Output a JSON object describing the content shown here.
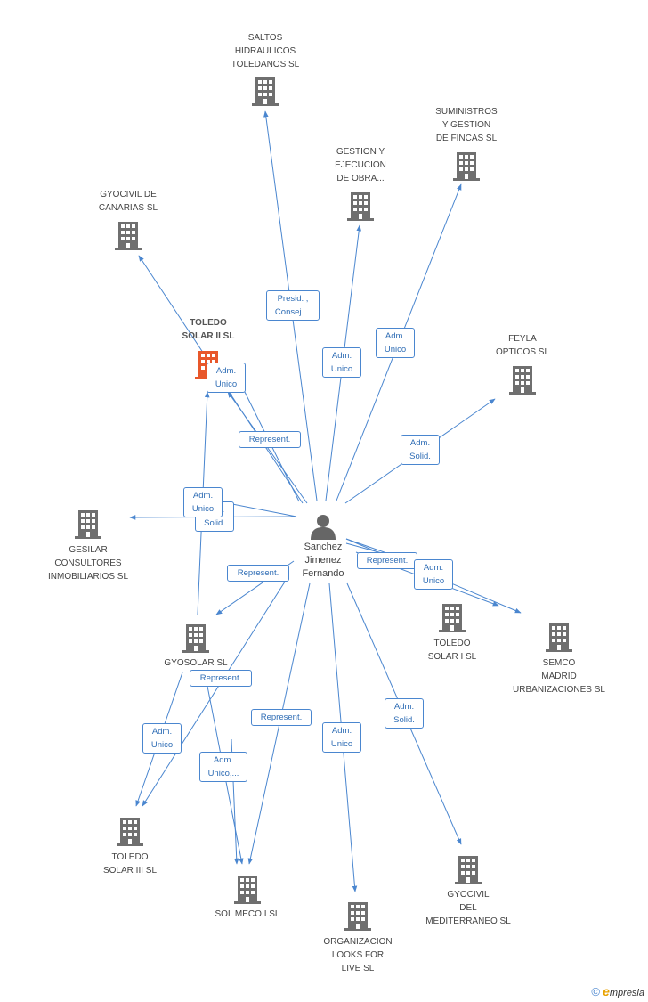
{
  "center": {
    "name": "Sanchez\nJimenez\nFernando",
    "icon": "person-icon"
  },
  "nodes": [
    {
      "id": "saltos",
      "label": "SALTOS\nHIDRAULICOS\nTOLEDANOS SL",
      "icon": "building-icon",
      "highlight": false
    },
    {
      "id": "suministros",
      "label": "SUMINISTROS\nY GESTION\nDE FINCAS SL",
      "icon": "building-icon",
      "highlight": false
    },
    {
      "id": "gestion",
      "label": "GESTION Y\nEJECUCION\nDE OBRA...",
      "icon": "building-icon",
      "highlight": false
    },
    {
      "id": "gyocivil-canarias",
      "label": "GYOCIVIL DE\nCANARIAS SL",
      "icon": "building-icon",
      "highlight": false
    },
    {
      "id": "toledo-solar-ii",
      "label": "TOLEDO\nSOLAR II SL",
      "icon": "building-icon",
      "highlight": true
    },
    {
      "id": "feyla",
      "label": "FEYLA\nOPTICOS SL",
      "icon": "building-icon",
      "highlight": false
    },
    {
      "id": "gesilar",
      "label": "GESILAR\nCONSULTORES\nINMOBILIARIOS SL",
      "icon": "building-icon",
      "highlight": false
    },
    {
      "id": "toledo-solar-i",
      "label": "TOLEDO\nSOLAR I SL",
      "icon": "building-icon",
      "highlight": false
    },
    {
      "id": "semco",
      "label": "SEMCO\nMADRID\nURBANIZACIONES SL",
      "icon": "building-icon",
      "highlight": false
    },
    {
      "id": "gyosolar",
      "label": "GYOSOLAR SL",
      "icon": "building-icon",
      "highlight": false
    },
    {
      "id": "toledo-solar-iii",
      "label": "TOLEDO\nSOLAR III SL",
      "icon": "building-icon",
      "highlight": false
    },
    {
      "id": "sol-meco",
      "label": "SOL MECO I SL",
      "icon": "building-icon",
      "highlight": false
    },
    {
      "id": "organizacion",
      "label": "ORGANIZACION\nLOOKS FOR\nLIVE SL",
      "icon": "building-icon",
      "highlight": false
    },
    {
      "id": "gyocivil-med",
      "label": "GYOCIVIL\nDEL\nMEDITERRANEO SL",
      "icon": "building-icon",
      "highlight": false
    }
  ],
  "edge_labels": [
    {
      "id": "e-saltos",
      "text": "Presid. ,\nConsej...."
    },
    {
      "id": "e-gestion",
      "text": "Adm.\nUnico"
    },
    {
      "id": "e-suministros",
      "text": "Adm.\nUnico"
    },
    {
      "id": "e-toledo2-a",
      "text": "Adm.\nUnico"
    },
    {
      "id": "e-toledo2-b",
      "text": "Represent."
    },
    {
      "id": "e-feyla",
      "text": "Adm.\nSolid."
    },
    {
      "id": "e-gesilar-a",
      "text": "Adm.\nSolid."
    },
    {
      "id": "e-gesilar-b",
      "text": "Adm.\nUnico"
    },
    {
      "id": "e-gyosolar",
      "text": "Represent."
    },
    {
      "id": "e-toledo1-a",
      "text": "Represent."
    },
    {
      "id": "e-toledo1-b",
      "text": "Adm.\nUnico"
    },
    {
      "id": "e-gyosolar-rep",
      "text": "Represent."
    },
    {
      "id": "e-toledo3",
      "text": "Adm.\nUnico"
    },
    {
      "id": "e-solmeco-a",
      "text": "Adm.\nUnico,..."
    },
    {
      "id": "e-solmeco-b",
      "text": "Represent."
    },
    {
      "id": "e-organizacion",
      "text": "Adm.\nUnico"
    },
    {
      "id": "e-gyocivil-med",
      "text": "Adm.\nSolid."
    }
  ],
  "colors": {
    "edge": "#4a86cf",
    "building": "#6f6f6f",
    "building_highlight": "#e8572a",
    "person": "#666666"
  },
  "footer": {
    "copyright": "©",
    "brand_initial": "e",
    "brand_rest": "mpresia"
  }
}
